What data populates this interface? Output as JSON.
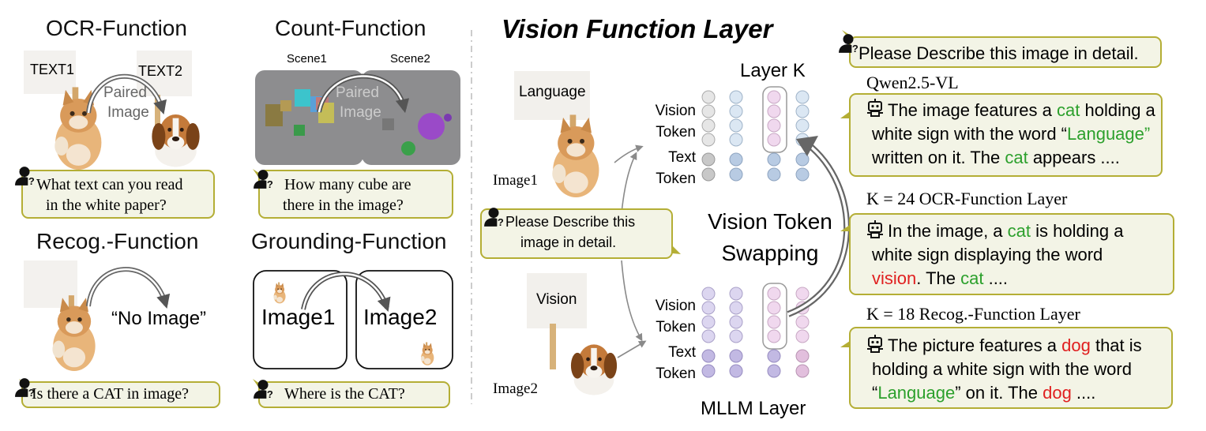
{
  "left": {
    "ocr": {
      "title": "OCR-Function",
      "text1": "TEXT1",
      "text2": "TEXT2",
      "paired": "Paired",
      "image": "Image",
      "question_l1": "What text can you read",
      "question_l2": "in the white paper?"
    },
    "count": {
      "title": "Count-Function",
      "scene1": "Scene1",
      "scene2": "Scene2",
      "paired": "Paired",
      "image": "Image",
      "question_l1": "How many cube are",
      "question_l2": "there in the image?"
    },
    "recog": {
      "title": "Recog.-Function",
      "no_image": "“No Image”",
      "question": "Is there a CAT in image?"
    },
    "grounding": {
      "title": "Grounding-Function",
      "image1": "Image1",
      "image2": "Image2",
      "question": "Where is the CAT?"
    }
  },
  "center": {
    "title": "Vision Function Layer",
    "layer_k": "Layer K",
    "mllm_layer": "MLLM Layer",
    "language_sign": "Language",
    "vision_sign": "Vision",
    "image1": "Image1",
    "image2": "Image2",
    "vision_token_l1": "Vision",
    "vision_token_l2": "Token",
    "text_token_l1": "Text",
    "text_token_l2": "Token",
    "prompt_l1": "Please Describe this",
    "prompt_l2": "image in detail.",
    "swap_l1": "Vision Token",
    "swap_l2": "Swapping"
  },
  "right": {
    "prompt": "Please Describe this image in detail.",
    "qwen_label": "Qwen2.5-VL",
    "qwen": {
      "l1_a": "The image features a ",
      "l1_b": "cat",
      "l1_c": " holding a",
      "l2_a": "white sign with the word “",
      "l2_b": "Language",
      "l2_c": "”",
      "l3_a": "written on it. The ",
      "l3_b": "cat",
      "l3_c": " appears ...."
    },
    "ocr_label": "K = 24 OCR-Function Layer",
    "ocr": {
      "l1_a": " In the image, a ",
      "l1_b": "cat",
      "l1_c": " is holding a",
      "l2": "white sign displaying the word",
      "l3_a": "vision",
      "l3_b": ". The ",
      "l3_c": "cat",
      "l3_d": " ...."
    },
    "recog_label": "K = 18 Recog.-Function Layer",
    "recog": {
      "l1_a": "The picture features a ",
      "l1_b": "dog",
      "l1_c": " that is",
      "l2": "holding a white sign with the word",
      "l3_a": "“",
      "l3_b": "Language",
      "l3_c": "” on it. The ",
      "l3_d": "dog",
      "l3_e": " ...."
    }
  },
  "colors": {
    "bubble_fill": "#f3f4e6",
    "bubble_border": "#b4ae35",
    "highlight_green": "#2ca02c",
    "highlight_red": "#e02020",
    "token_gray": "#e6e6e6",
    "token_blue": "#dbe7f3",
    "token_pink": "#f0d8ee",
    "token_lavender": "#dcd6f0"
  },
  "icons": [
    "user-question-icon",
    "robot-icon",
    "cat-image",
    "dog-image",
    "curved-arrow"
  ]
}
